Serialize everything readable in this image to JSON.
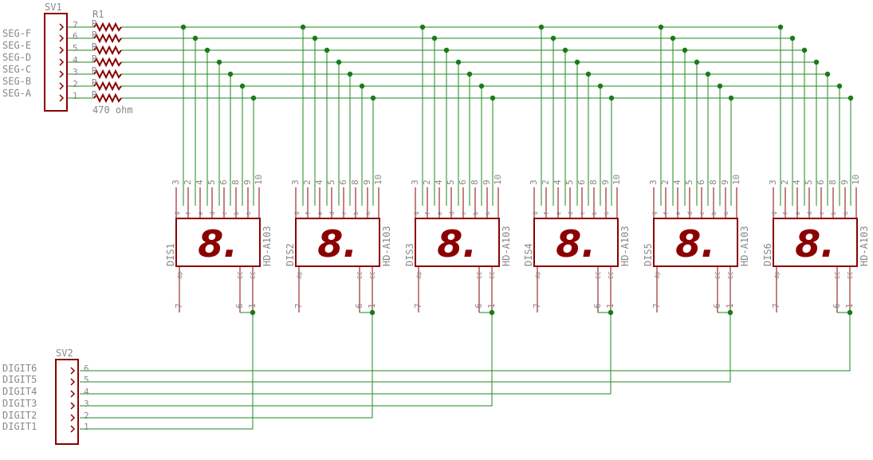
{
  "connector_top": {
    "name": "SV1",
    "pins": [
      "7",
      "6",
      "5",
      "4",
      "3",
      "2",
      "1"
    ],
    "signals": [
      "SEG-F",
      "SEG-E",
      "SEG-D",
      "SEG-C",
      "SEG-B",
      "SEG-A"
    ]
  },
  "resistor": {
    "name": "R1",
    "value": "470 ohm",
    "tap_label": "R"
  },
  "connector_bottom": {
    "name": "SV2",
    "pins": [
      "6",
      "5",
      "4",
      "3",
      "2",
      "1"
    ],
    "signals": [
      "DIGIT6",
      "DIGIT5",
      "DIGIT4",
      "DIGIT3",
      "DIGIT2",
      "DIGIT1"
    ]
  },
  "display": {
    "part": "HD-A103",
    "glyph": "8.",
    "top_pins": [
      "3",
      "2",
      "4",
      "5",
      "6",
      "8",
      "9",
      "10"
    ],
    "top_names": [
      "g",
      "f",
      "e",
      "d",
      "c",
      "b",
      "a"
    ],
    "bottom_pins": [
      "7",
      "6",
      "1"
    ],
    "bottom_names": [
      "dp",
      "CC",
      "CC"
    ]
  },
  "displays": [
    "DIS1",
    "DIS2",
    "DIS3",
    "DIS4",
    "DIS5",
    "DIS6"
  ],
  "colors": {
    "wire": "#1f8a1f",
    "symbol": "#8b0000",
    "junction": "#1a7a1a",
    "text": "#888888"
  }
}
